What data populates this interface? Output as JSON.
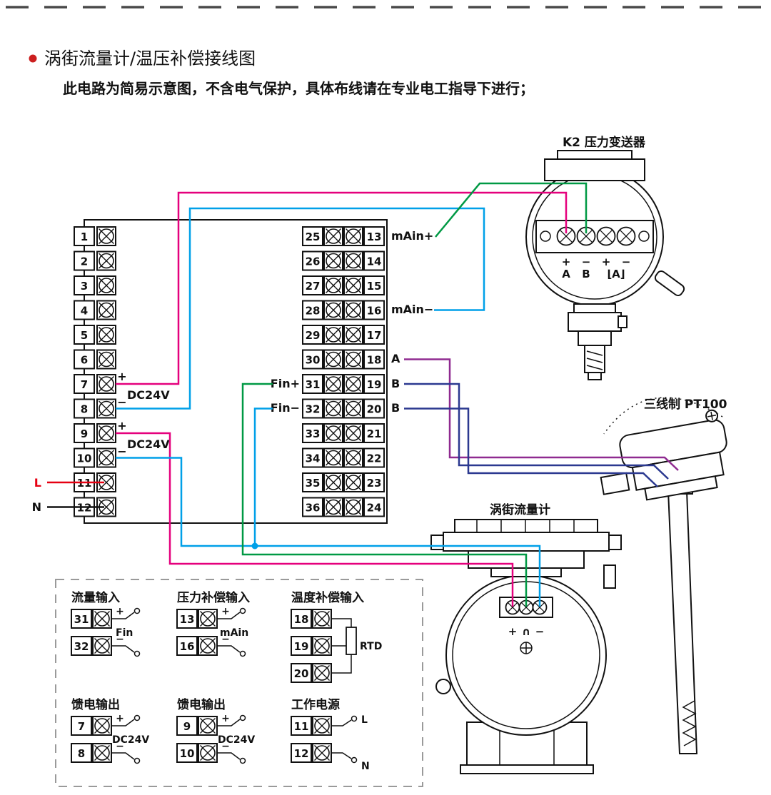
{
  "header": {
    "title": "涡街流量计/温压补偿接线图",
    "subtitle": "此电路为简易示意图，不含电气保护，具体布线请在专业电工指导下进行；"
  },
  "colors": {
    "magenta": "#e5007d",
    "cyan": "#00a0e8",
    "green": "#009944",
    "purple": "#8f2a90",
    "blue": "#2b3990",
    "red": "#e60012",
    "black": "#111111",
    "bullet": "#cc1f1f"
  },
  "wiring": {
    "left": [
      "1",
      "2",
      "3",
      "4",
      "5",
      "6",
      "7",
      "8",
      "9",
      "10",
      "11",
      "12"
    ],
    "midLeft": [
      "25",
      "26",
      "27",
      "28",
      "29",
      "30",
      "31",
      "32",
      "33",
      "34",
      "35",
      "36"
    ],
    "midRight": [
      "13",
      "14",
      "15",
      "16",
      "17",
      "18",
      "19",
      "20",
      "21",
      "22",
      "23",
      "24"
    ],
    "labels": {
      "mAinPlus": "mAin+",
      "mAinMinus": "mAin−",
      "a": "A",
      "b1": "B",
      "b2": "B",
      "finPlus": "Fin+",
      "finMinus": "Fin−",
      "dc1Plus": "+",
      "dc1Name": "DC24V",
      "dc1Minus": "−",
      "dc2Plus": "+",
      "dc2Name": "DC24V",
      "dc2Minus": "−",
      "lineL": "L",
      "lineN": "N"
    }
  },
  "devices": {
    "transmitter": {
      "label": "K2 压力变送器",
      "t1": "+",
      "t2": "−",
      "t3": "+",
      "t4": "−",
      "a1": "A",
      "a2": "B",
      "a3": "⌊A⌋"
    },
    "pt100": {
      "label": "三线制 PT100"
    },
    "flowmeter": {
      "label": "涡街流量计",
      "t1": "+",
      "t2": "∩",
      "t3": "−"
    }
  },
  "legend": {
    "flow": {
      "title": "流量输入",
      "n1": "31",
      "n2": "32",
      "plus": "+",
      "minus": "−",
      "name": "Fin"
    },
    "pressure": {
      "title": "压力补偿输入",
      "n1": "13",
      "n2": "16",
      "plus": "+",
      "minus": "−",
      "name": "mAin"
    },
    "temp": {
      "title": "温度补偿输入",
      "n1": "18",
      "n2": "19",
      "n3": "20",
      "name": "RTD"
    },
    "feed1": {
      "title": "馈电输出",
      "n1": "7",
      "n2": "8",
      "plus": "+",
      "minus": "−",
      "name": "DC24V"
    },
    "feed2": {
      "title": "馈电输出",
      "n1": "9",
      "n2": "10",
      "plus": "+",
      "minus": "−",
      "name": "DC24V"
    },
    "power": {
      "title": "工作电源",
      "n1": "11",
      "n2": "12",
      "l": "L",
      "n": "N"
    }
  }
}
